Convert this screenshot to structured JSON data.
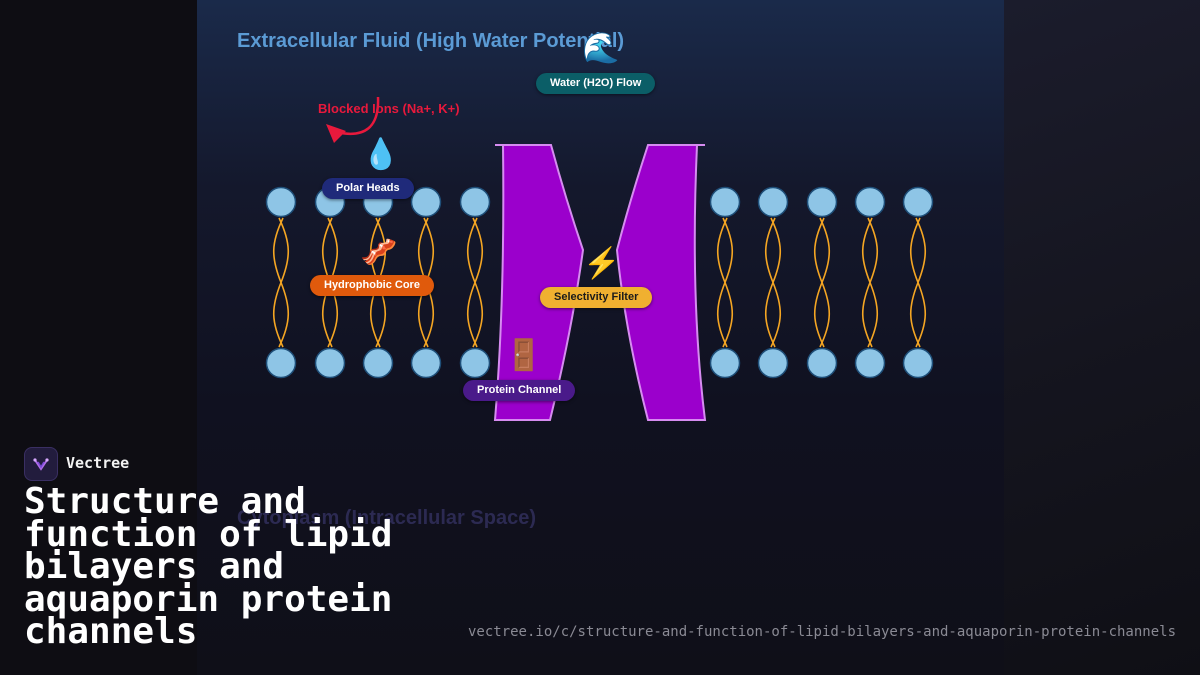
{
  "diagram": {
    "title_top": "Extracellular Fluid (High Water Potential)",
    "title_bottom": "Cytoplasm (Intracellular Space)",
    "blocked_ions": "Blocked Ions (Na+, K+)",
    "labels": {
      "water_flow": "Water (H2O) Flow",
      "polar_heads": "Polar Heads",
      "hydrophobic_core": "Hydrophobic Core",
      "selectivity_filter": "Selectivity Filter",
      "protein_channel": "Protein Channel"
    },
    "icons": {
      "water_flow": "🌊",
      "polar_heads": "💧",
      "hydrophobic_core": "🥓",
      "selectivity_filter": "⚡",
      "protein_channel": "🚪"
    },
    "colors": {
      "head_fill": "#8ec5e6",
      "tail_stroke": "#f5a623",
      "channel_fill": "#9b00cc",
      "channel_stroke": "#d68cf0",
      "water_label": "#0b5e67",
      "polar_label": "#1f2a7a",
      "core_label": "#e05a0c",
      "filter_label": "#f0b030",
      "protein_label": "#4a1a8a",
      "blocked": "#e8193c"
    }
  },
  "brand": {
    "name": "Vectree",
    "headline": "Structure and function of lipid bilayers and aquaporin protein channels",
    "url": "vectree.io/c/structure-and-function-of-lipid-bilayers-and-aquaporin-protein-channels"
  }
}
